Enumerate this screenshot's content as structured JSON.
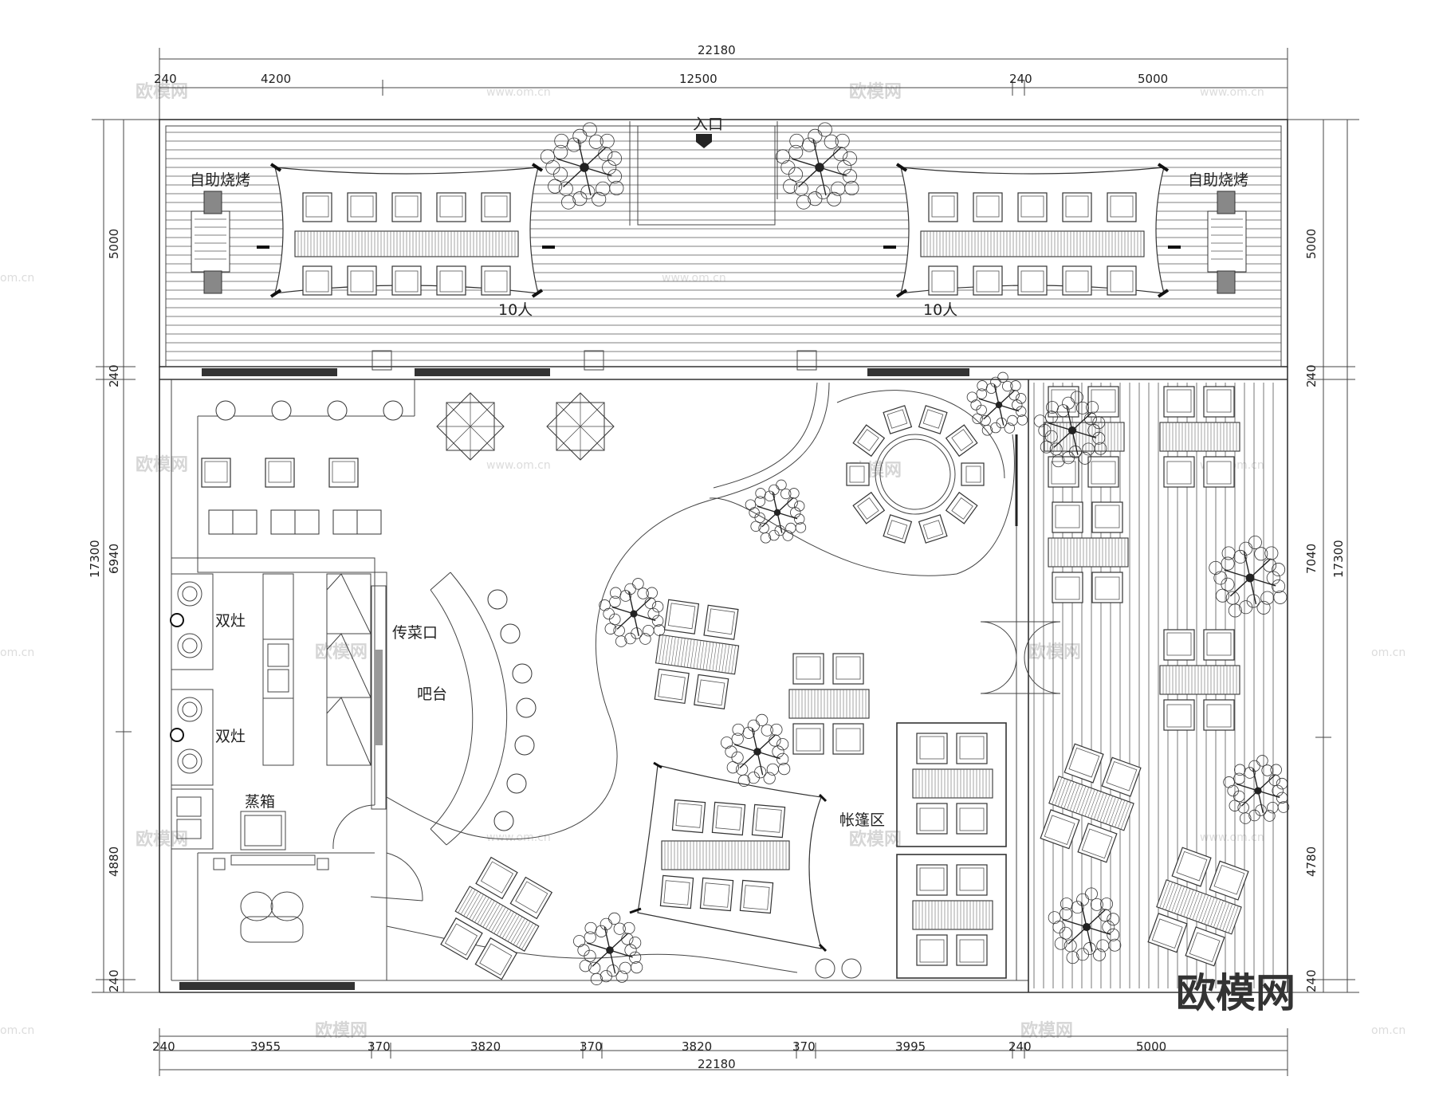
{
  "dimensions": {
    "top_total": "22180",
    "top_segments": [
      "240",
      "4200",
      "12500",
      "240",
      "5000"
    ],
    "bottom_segments": [
      "240",
      "3955",
      "370",
      "3820",
      "370",
      "3820",
      "370",
      "3995",
      "240",
      "5000"
    ],
    "bottom_total": "22180",
    "left_outer": [
      "5000",
      "240",
      "17300",
      "240"
    ],
    "left_inner": [
      "6940",
      "4880"
    ],
    "right_outer": [
      "5000",
      "240",
      "7040",
      "4780",
      "17300"
    ],
    "right_inner_bottom": "240"
  },
  "labels": {
    "entrance": "入口",
    "bbq_left": "自助烧烤",
    "bbq_right": "自助烧烤",
    "seats_left": "10人",
    "seats_right": "10人",
    "stove_1": "双灶",
    "stove_2": "双灶",
    "serving_window": "传菜口",
    "bar": "吧台",
    "steamer": "蒸箱",
    "tent_area": "帐篷区"
  },
  "watermark": {
    "logo": "欧模网",
    "url": "www.om.cn",
    "url_short": "om.cn"
  },
  "colors": {
    "line": "#333333",
    "watermark": "#d6d6d6",
    "background": "#ffffff"
  }
}
